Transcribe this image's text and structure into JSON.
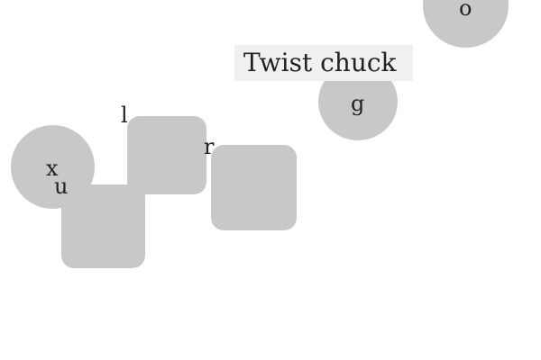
{
  "banner": {
    "text": "Twist chuck"
  },
  "pieces": {
    "circle_top_right_label": "o",
    "circle_middle_label": "g",
    "circle_left_label": "x",
    "letter_u": "u",
    "letter_l": "l",
    "letter_r": "r"
  },
  "colors": {
    "background": "#ffffff",
    "piece_fill": "#c8c8c8",
    "banner_fill": "#f0f0f0",
    "text": "#222222"
  }
}
